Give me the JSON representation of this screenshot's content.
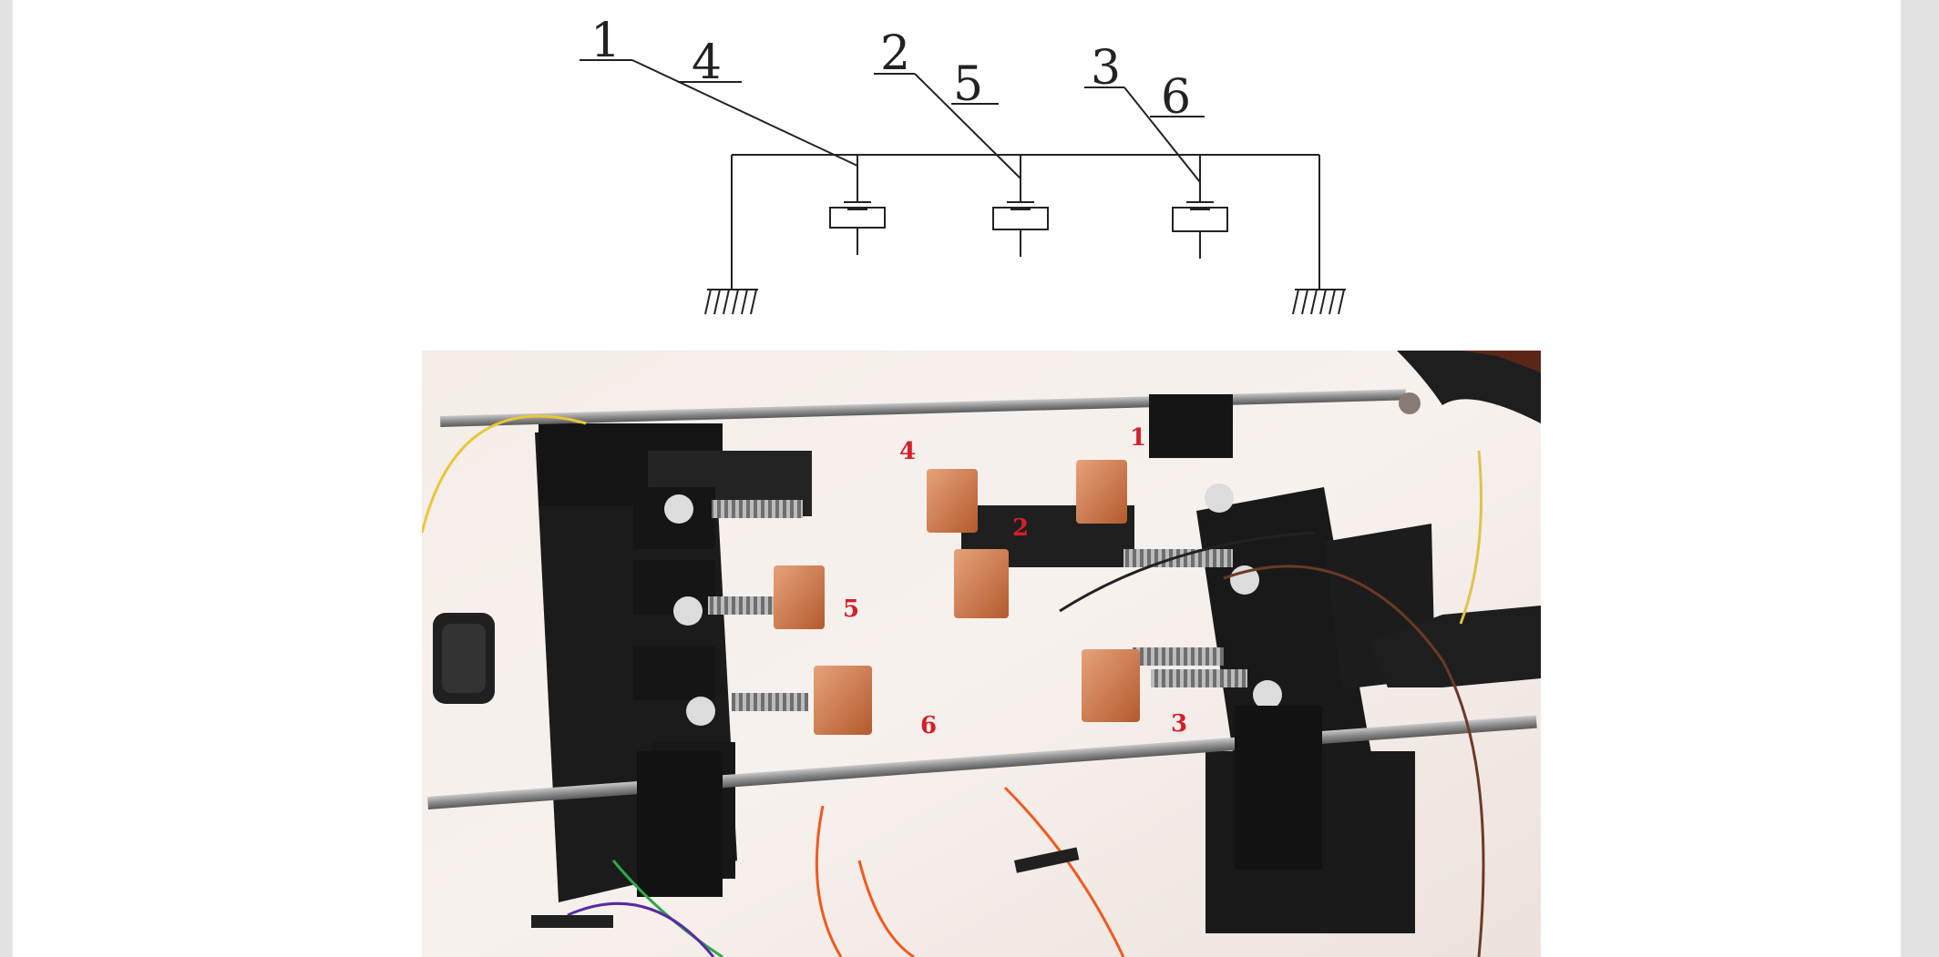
{
  "schematic": {
    "labels": [
      "1",
      "4",
      "2",
      "5",
      "3",
      "6"
    ]
  },
  "photo": {
    "labels": [
      "4",
      "1",
      "2",
      "5",
      "6",
      "3"
    ],
    "label_color": "#d3202a"
  }
}
